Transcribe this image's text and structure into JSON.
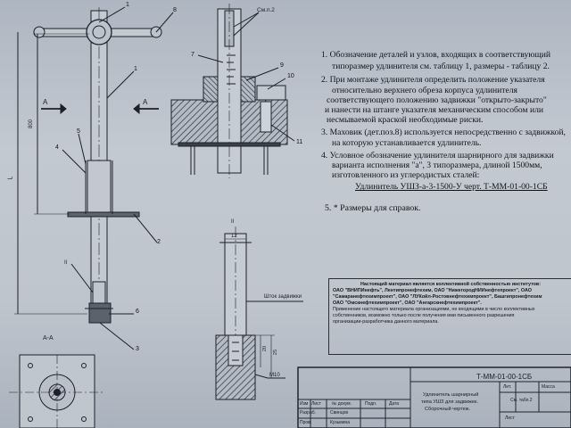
{
  "labels": {
    "section_aa": "А-А",
    "arrow_a_left": "А",
    "arrow_a_right": "А",
    "dim_800": "800",
    "dim_l": "L",
    "cm_p2": "См.п.2",
    "view_ii_top": "II",
    "view_ii_left": "II",
    "dim_12": "12",
    "stem_label": "Шток задвижки",
    "dim_20": "20",
    "dim_25": "25",
    "m10": "M10",
    "callout_1": "1",
    "callout_2": "2",
    "callout_3": "3",
    "callout_4": "4",
    "callout_5": "5",
    "callout_6": "6",
    "callout_7": "7",
    "callout_8": "8",
    "callout_9": "9",
    "callout_10": "10",
    "callout_11": "11",
    "callout_1b": "1"
  },
  "notes": {
    "n1_l1": "1. Обозначение деталей и узлов, входящих в соответствующий",
    "n1_l2": "типоразмер удлинителя см. таблицу 1, размеры - таблицу 2.",
    "n2_l1": "2. При монтаже удлинителя определить положение указателя",
    "n2_l2": "относительно верхнего обреза корпуса удлинителя",
    "n2_l3": "соответствующего положению задвижки \"открыто-закрыто\"",
    "n2_l4": "и нанести на штанге указателя механическим способом или",
    "n2_l5": "несмываемой краской необходимые риски.",
    "n3_l1": "3. Маховик (дет.поз.8) используется непосредственно с задвижкой,",
    "n3_l2": "на которую устанавливается удлинитель.",
    "n4_l1": "4. Условное обозначение удлинителя шарнирного для задвижки",
    "n4_l2": "варианта исполнения \"а\", 3 типоразмера, длиной 1500мм,",
    "n4_l3": "изготовленного из углеродистых сталей:",
    "n4_l4": "Удлинитель УШЗ-а-3-1500-У черт. Т-ММ-01-00-1СБ",
    "n5": "5. * Размеры для справок."
  },
  "owner": {
    "l1": "Настоящий материал является коллективной собственностью институтов:",
    "l2": "ОАО \"ВНИПИнефть\", Лентипронефтехим, ОАО \"НижегородНИИнефтепроект\", ОАО",
    "l3": "\"Самаранефтехимпроект\", ОАО \"ЛУКойл-Ростовнефтехимпроект\", Башгипронефтехим",
    "l4": "ОАО \"Омскнефтехимпроект\", ОАО \"Ангарскнефтехимпроект\".",
    "l5": "Применение настоящего материала организациями, не входящими в число коллективных",
    "l6": "собственников, возможно только после получения ими письменного разрешения",
    "l7": "организации-разработчика данного материала."
  },
  "title_block": {
    "doc_code": "Т-ММ-01-00-1СБ",
    "title_l1": "Удлинитель шарнирный",
    "title_l2": "типа УШЗ для задвижек.",
    "title_l3": "Сборочный чертеж.",
    "h_izm": "Изм",
    "h_list": "Лист",
    "h_ndoc": "№ докум.",
    "h_podp": "Подп.",
    "h_data": "Дата",
    "r1_role": "Разраб.",
    "r1_name": "Свинцов",
    "r2_role": "Пров.",
    "r2_name": "Кузьмина",
    "h_lit": "Лит.",
    "h_massa": "Масса",
    "sm_tabl": "См. табл.2",
    "h_sheet": "Лист"
  }
}
